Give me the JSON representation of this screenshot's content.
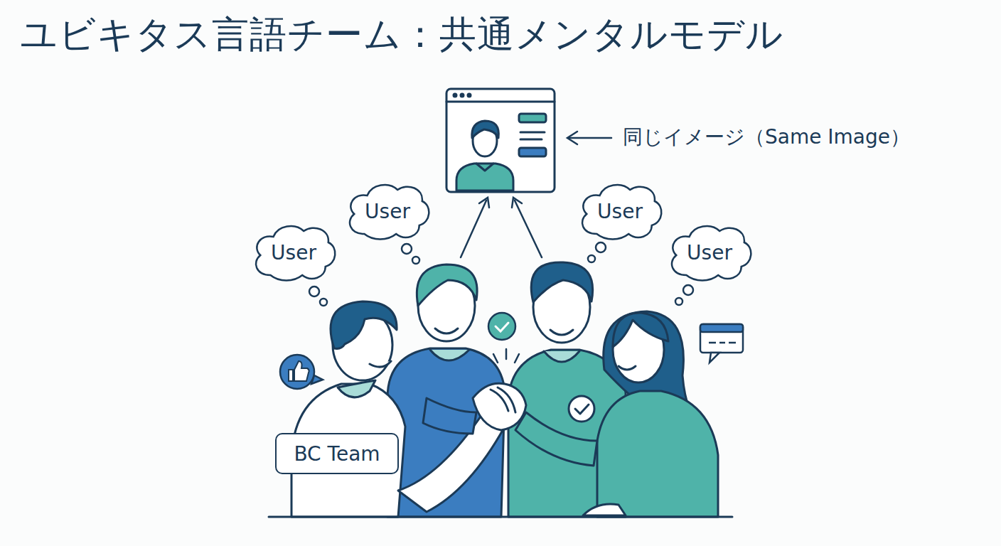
{
  "diagram": {
    "title": "ユビキタス言語チーム：共通メンタルモデル",
    "nodes": [
      {
        "text": [
          "User"
        ]
      },
      {
        "text": [
          "User"
        ]
      },
      {
        "text": [
          "User"
        ]
      },
      {
        "text": [
          "User"
        ]
      },
      {
        "text": [
          "BC Team"
        ]
      }
    ],
    "labels": [
      "同じイメージ（Same Image）"
    ]
  }
}
